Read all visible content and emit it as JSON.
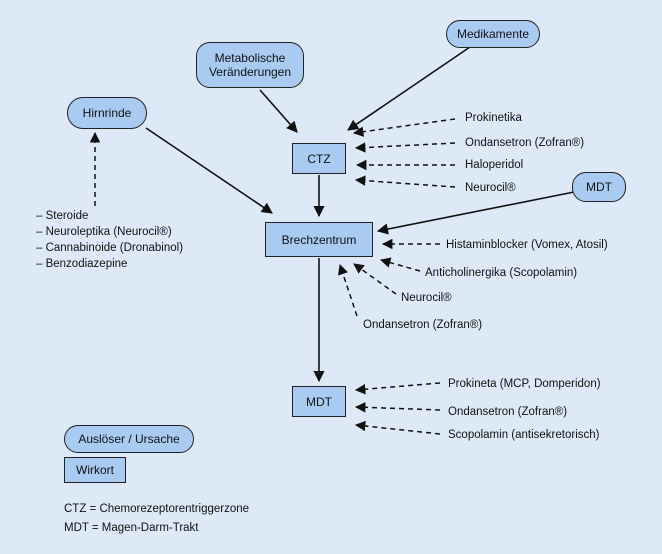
{
  "nodes": {
    "metabolische": "Metabolische\nVeränderungen",
    "medikamente": "Medikamente",
    "hirnrinde": "Hirnrinde",
    "ctz": "CTZ",
    "mdt_cause": "MDT",
    "brechzentrum": "Brechzentrum",
    "mdt_site": "MDT"
  },
  "ctz_drugs": [
    "Prokinetika",
    "Ondansetron (Zofran®)",
    "Haloperidol",
    "Neurocil®"
  ],
  "brech_drugs": [
    "Histaminblocker (Vomex, Atosil)",
    "Anticholinergika (Scopolamin)",
    "Neurocil®",
    "Ondansetron (Zofran®)"
  ],
  "mdt_drugs": [
    "Prokineta (MCP, Domperidon)",
    "Ondansetron (Zofran®)",
    "Scopolamin (antisekretorisch)"
  ],
  "hirnrinde_list": [
    "– Steroide",
    "– Neuroleptika (Neurocil®)",
    "– Cannabinoide (Dronabinol)",
    "– Benzodiazepine"
  ],
  "legend": {
    "cause_label": "Auslöser / Ursache",
    "site_label": "Wirkort",
    "ctz_def": "CTZ = Chemorezeptorentriggerzone",
    "mdt_def": "MDT = Magen-Darm-Trakt"
  },
  "colors": {
    "background": "#dde9f7",
    "box_fill": "#a9cbf2",
    "stroke": "#111111"
  }
}
